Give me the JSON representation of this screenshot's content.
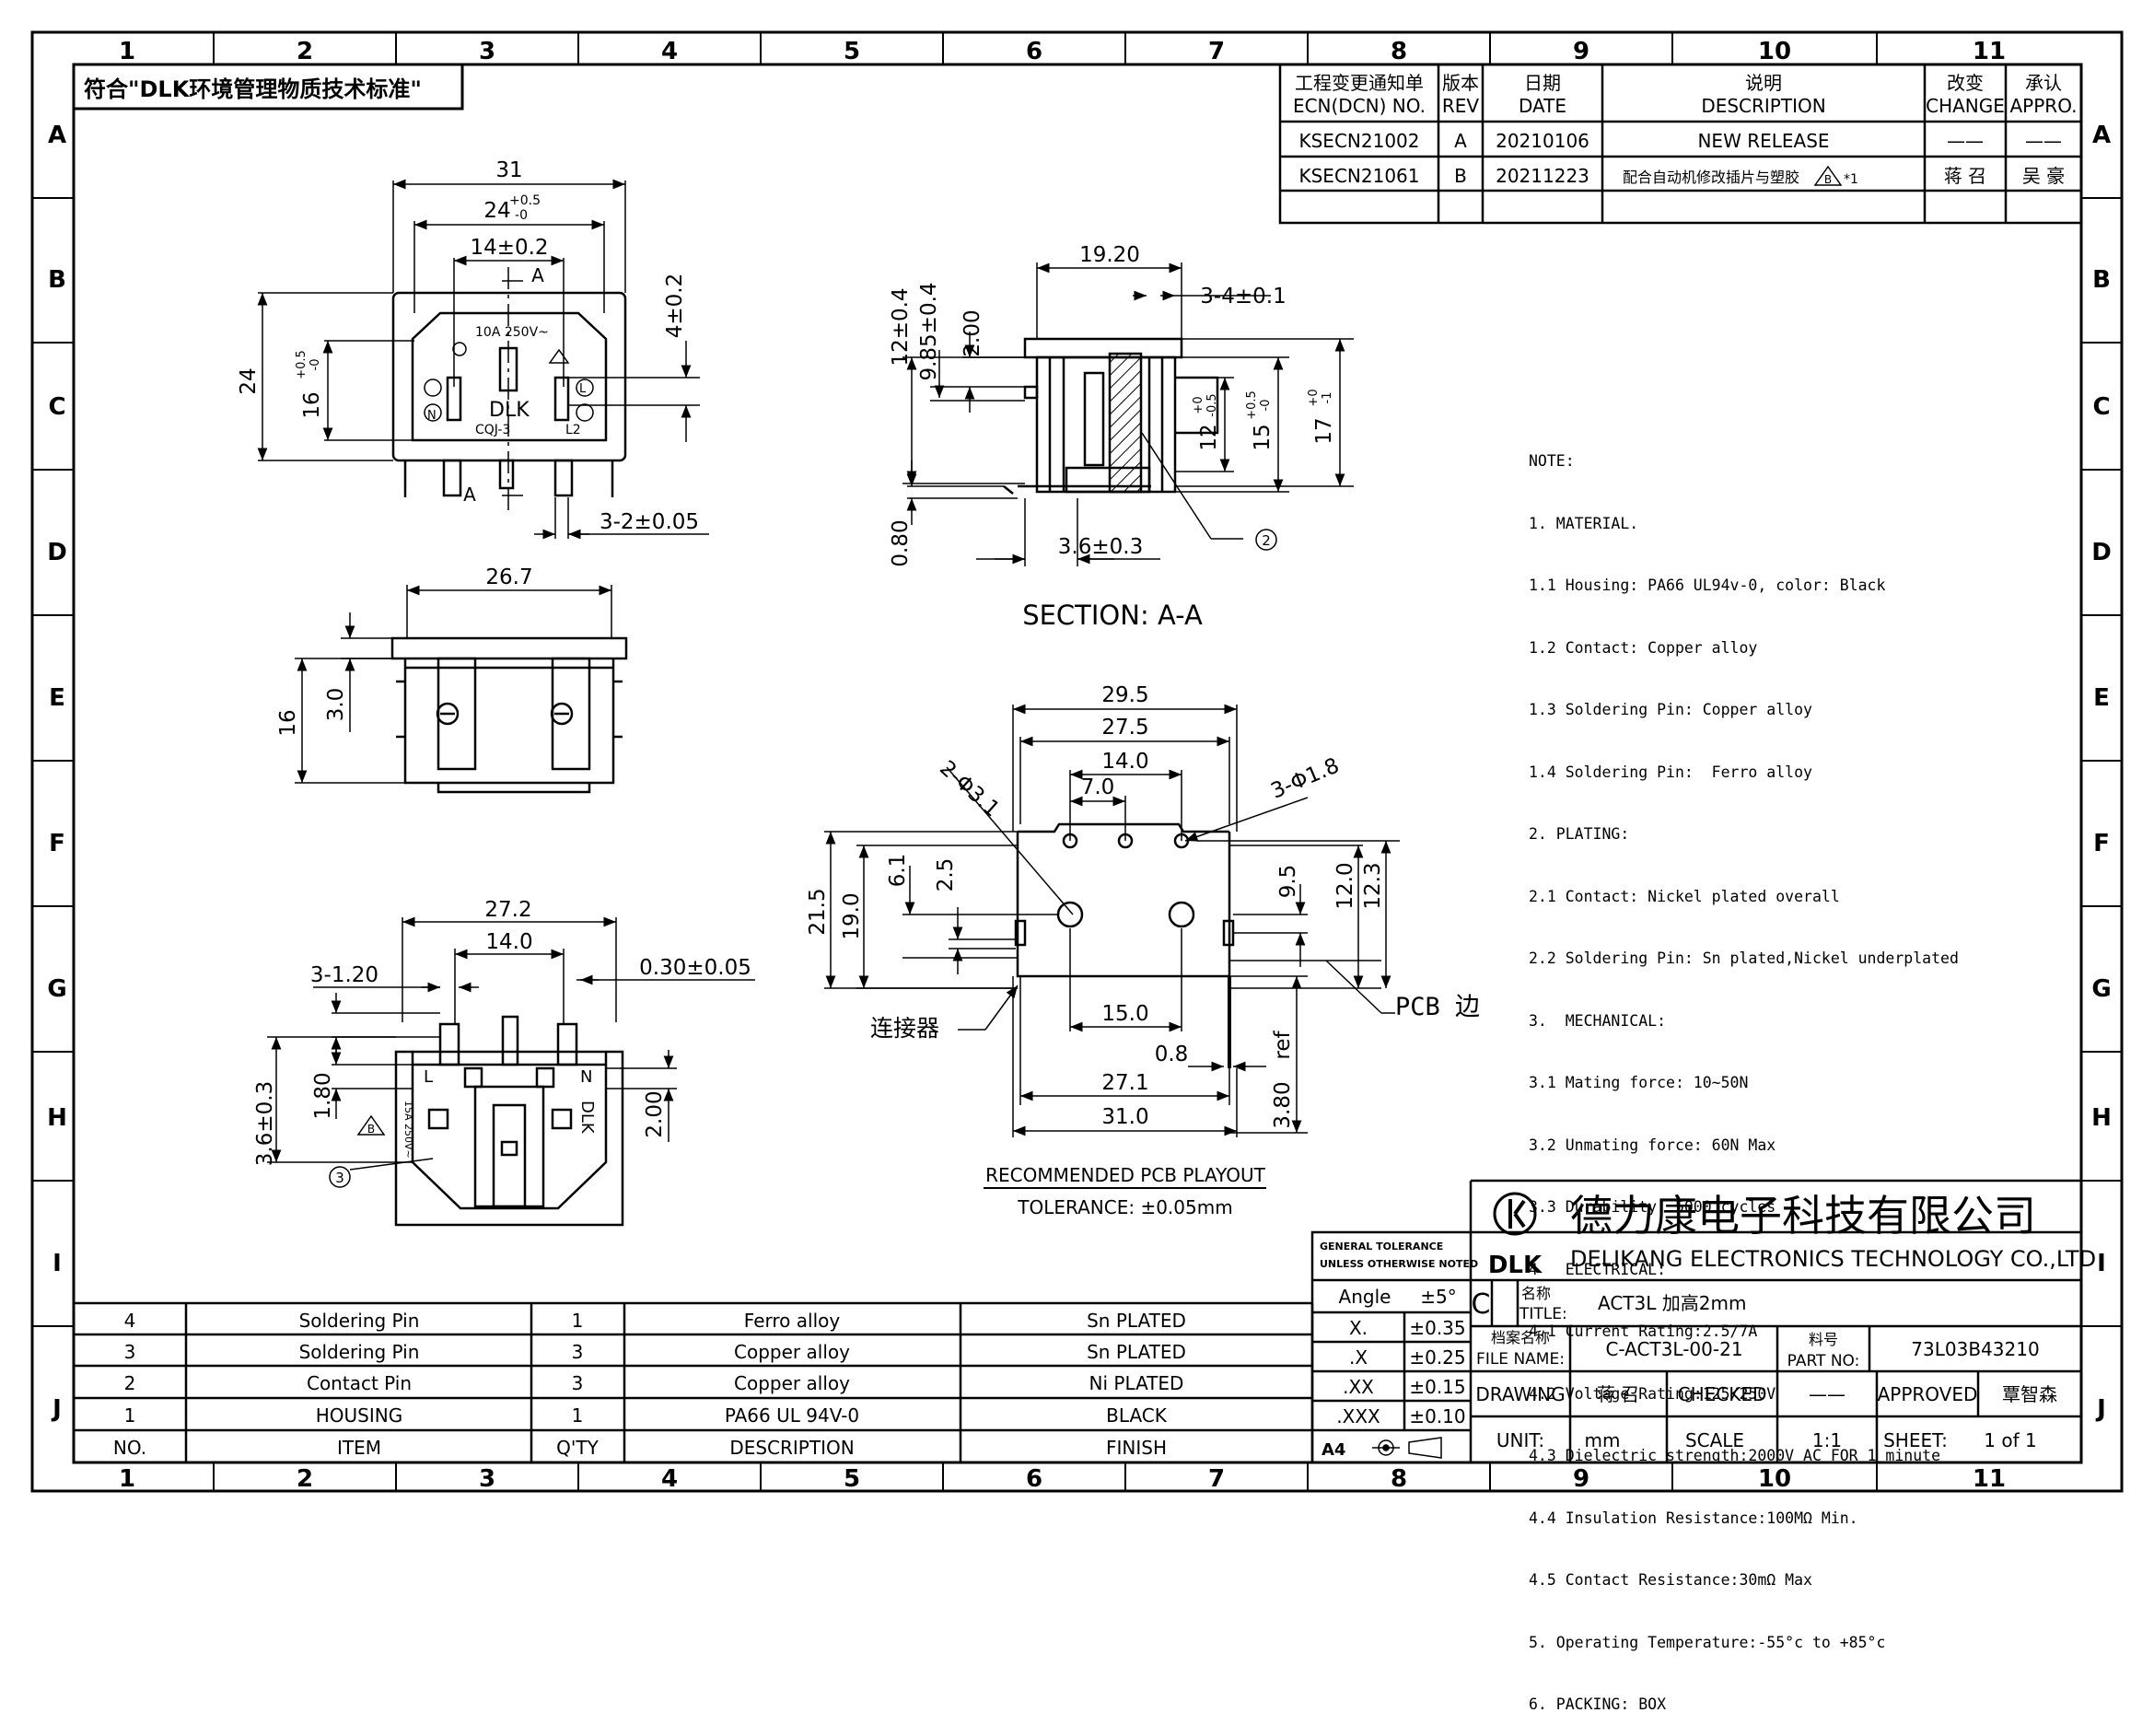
{
  "grid": {
    "columns": [
      "1",
      "2",
      "3",
      "4",
      "5",
      "6",
      "7",
      "8",
      "9",
      "10",
      "11"
    ],
    "rows": [
      "A",
      "B",
      "C",
      "D",
      "E",
      "F",
      "G",
      "H",
      "I",
      "J"
    ]
  },
  "compliance_note": "符合\"DLK环境管理物质技术标准\"",
  "revision_table": {
    "headers": [
      {
        "cn": "工程变更通知单",
        "en": "ECN(DCN) NO."
      },
      {
        "cn": "版本",
        "en": "REV"
      },
      {
        "cn": "日期",
        "en": "DATE"
      },
      {
        "cn": "说明",
        "en": "DESCRIPTION"
      },
      {
        "cn": "改变",
        "en": "CHANGE"
      },
      {
        "cn": "承认",
        "en": "APPRO."
      }
    ],
    "rows": [
      {
        "ecn": "KSECN21002",
        "rev": "A",
        "date": "20210106",
        "desc": "NEW RELEASE",
        "change": "——",
        "appro": "——"
      },
      {
        "ecn": "KSECN21061",
        "rev": "B",
        "date": "20211223",
        "desc": "配合自动机修改插片与塑胶",
        "mark": "B",
        "mark_suffix": "*1",
        "change": "蒋 召",
        "appro": "吴 豪"
      }
    ]
  },
  "front_view": {
    "dims": [
      "31",
      "24",
      "+0.5",
      "-0",
      "14±0.2",
      "4±0.2",
      "24",
      "16",
      "+0.5",
      "-0",
      "3-2±0.05"
    ],
    "section_marks": [
      "A",
      "A"
    ],
    "labels": [
      "10A 250V~",
      "DLK",
      "CQJ-3",
      "L2",
      "N",
      "L"
    ]
  },
  "side_view": {
    "dims": [
      "26.7",
      "3.0",
      "16"
    ]
  },
  "bottom_view": {
    "dims": [
      "27.2",
      "14.0",
      "3-1.20",
      "0.30±0.05",
      "1.80",
      "3.6±0.3",
      "2.00"
    ],
    "callout": "3",
    "mark": "B",
    "labels": [
      "L",
      "N",
      "DLK",
      "15A 250V~"
    ]
  },
  "section_view": {
    "dims": [
      "19.20",
      "3-4±0.1",
      "12±0.4",
      "9.85±0.4",
      "2.00",
      "12",
      "+0",
      "-0.5",
      "15",
      "+0.5",
      "-0",
      "17",
      "+0",
      "-1",
      "0.80",
      "3.6±0.3"
    ],
    "callout": "2",
    "title": "SECTION: A-A"
  },
  "notes": [
    "NOTE:",
    "1. MATERIAL.",
    "1.1 Housing: PA66 UL94v-0, color: Black",
    "1.2 Contact: Copper alloy",
    "1.3 Soldering Pin: Copper alloy",
    "1.4 Soldering Pin:  Ferro alloy",
    "2. PLATING:",
    "2.1 Contact: Nickel plated overall",
    "2.2 Soldering Pin: Sn plated,Nickel underplated",
    "3.  MECHANICAL:",
    "3.1 Mating force: 10~50N",
    "3.2 Unmating force: 60N Max",
    "3.3 Durability: 5000 cycles",
    "4   ELECTRICAL:",
    "4.1 Current Rating:2.5/7A",
    "4.2 Voltage Rating:125/250V",
    "4.3 Dielectric strength:2000V AC FOR 1 minute",
    "4.4 Insulation Resistance:100MΩ Min.",
    "4.5 Contact Resistance:30mΩ Max",
    "5. Operating Temperature:-55°c to +85°c",
    "6. PACKING: BOX"
  ],
  "pcb_layout": {
    "dims": [
      "29.5",
      "27.5",
      "14.0",
      "7.0",
      "2-Φ3.1",
      "3-Φ1.8",
      "21.5",
      "19.0",
      "6.1",
      "2.5",
      "9.5",
      "12.0",
      "12.3",
      "15.0",
      "0.8",
      "27.1",
      "31.0",
      "3.80",
      "ref"
    ],
    "pcb_edge_label": "PCB 边",
    "connector_label": "连接器",
    "title": "RECOMMENDED PCB PLAYOUT",
    "tolerance": "TOLERANCE: ±0.05mm"
  },
  "bom": {
    "headers": [
      "NO.",
      "ITEM",
      "Q'TY",
      "DESCRIPTION",
      "FINISH"
    ],
    "rows": [
      [
        "4",
        "Soldering Pin",
        "1",
        "Ferro alloy",
        "Sn PLATED"
      ],
      [
        "3",
        "Soldering Pin",
        "3",
        "Copper alloy",
        "Sn PLATED"
      ],
      [
        "2",
        "Contact  Pin",
        "3",
        "Copper alloy",
        "Ni PLATED"
      ],
      [
        "1",
        "HOUSING",
        "1",
        "PA66 UL 94V-0",
        "BLACK"
      ]
    ]
  },
  "title_block": {
    "general_tolerance_1": "GENERAL TOLERANCE",
    "general_tolerance_2": "UNLESS OTHERWISE NOTED",
    "tolerances": [
      [
        "Angle",
        "±5°"
      ],
      [
        "X.",
        "±0.35"
      ],
      [
        ".X",
        "±0.25"
      ],
      [
        ".XX",
        "±0.15"
      ],
      [
        ".XXX",
        "±0.10"
      ]
    ],
    "sheet_size": "A4",
    "company_cn": "德力康电子科技有限公司",
    "company_en": "DELIKANG ELECTRONICS TECHNOLOGY CO.,LTD",
    "logo_text": "DLK",
    "rev_letter": "C",
    "title_cn": "名称",
    "title_en": "TITLE:",
    "title_value": "ACT3L 加高2mm",
    "file_cn": "档案名称",
    "file_en": "FILE NAME:",
    "file_value": "C-ACT3L-00-21",
    "part_cn": "料号",
    "part_en": "PART NO:",
    "part_value": "73L03B43210",
    "drawing_label": "DRAWING",
    "drawing_value": "蒋 召",
    "checked_label": "CHECKED",
    "checked_value": "——",
    "approved_label": "APPROVED",
    "approved_value": "覃智森",
    "unit_label": "UNIT:",
    "unit_value": "mm",
    "scale_label": "SCALE",
    "scale_value": "1:1",
    "sheet_label": "SHEET:",
    "sheet_value": "1  of  1"
  }
}
